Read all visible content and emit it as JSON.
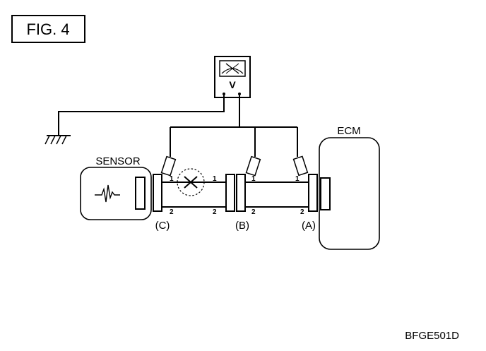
{
  "figure": {
    "title": "FIG. 4",
    "code": "BFGE501D"
  },
  "components": {
    "sensor_label": "SENSOR",
    "ecm_label": "ECM",
    "voltmeter_label": "V"
  },
  "connectors": {
    "c": "(C)",
    "b": "(B)",
    "a": "(A)"
  },
  "pins": {
    "c_top": "1",
    "c_bottom": "2",
    "b_left_top": "1",
    "b_left_bottom": "2",
    "b_right_top": "1",
    "b_right_bottom": "2",
    "a_top": "1",
    "a_bottom": "2"
  }
}
